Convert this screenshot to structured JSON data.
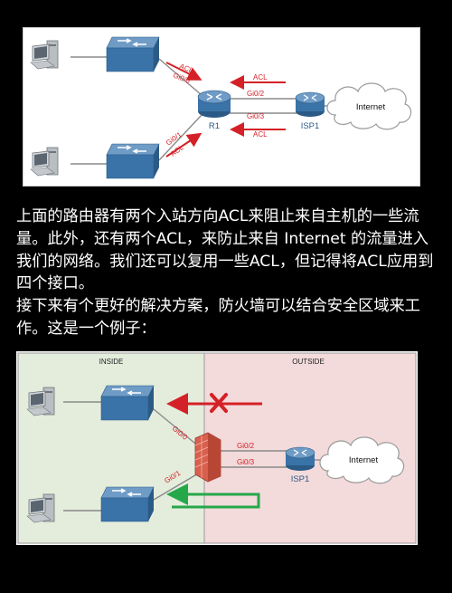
{
  "figure_top": {
    "labels": {
      "acl_left_top": "ACL",
      "gi00": "Gi0/0",
      "gi01": "Gi0/1",
      "acl_left_bottom": "ACL",
      "router": "R1",
      "acl_right_top": "ACL",
      "gi02": "Gi0/2",
      "gi03": "Gi0/3",
      "acl_right_bottom": "ACL",
      "isp": "ISP1",
      "internet": "Internet"
    }
  },
  "paragraphs": {
    "p1": "上面的路由器有两个入站方向ACL来阻止来自主机的一些流量。此外，还有两个ACL，来防止来自 Internet 的流量进入我们的网络。我们还可以复用一些ACL，但记得将ACL应用到四个接口。",
    "p2": "接下来有个更好的解决方案，防火墙可以结合安全区域来工作。这是一个例子："
  },
  "figure_bottom": {
    "labels": {
      "inside": "INSIDE",
      "outside": "OUTSIDE",
      "gi00": "Gi0/0",
      "gi01": "Gi0/1",
      "gi02": "Gi0/2",
      "gi03": "Gi0/3",
      "isp": "ISP1",
      "internet": "Internet"
    }
  },
  "colors": {
    "inside_zone": "#e4eddc",
    "outside_zone": "#f3dadb",
    "device_blue": "#3a73a8",
    "acl_red": "#d42127",
    "allow_green": "#26a84a",
    "firewall": "#d9604d"
  }
}
